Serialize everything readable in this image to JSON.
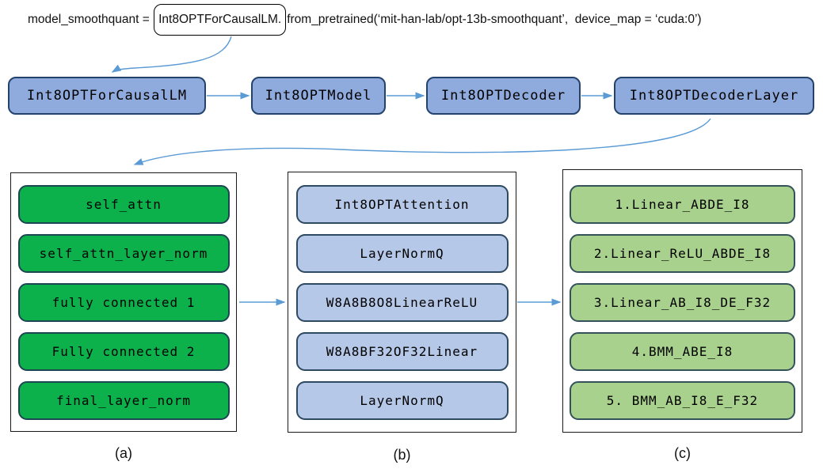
{
  "code_line": {
    "prefix": "model_smoothquant = ",
    "boxed": "Int8OPTForCausalLM.",
    "suffix": "from_pretrained(‘mit-han-lab/opt-13b-smoothquant’,  device_map = ‘cuda:0’)"
  },
  "top_row": {
    "node1": "Int8OPTForCausalLM",
    "node2": "Int8OPTModel",
    "node3": "Int8OPTDecoder",
    "node4": "Int8OPTDecoderLayer"
  },
  "columns": [
    {
      "label": "(a)",
      "items": [
        "self_attn",
        "self_attn_layer_norm",
        "fully connected 1",
        "Fully connected 2",
        "final_layer_norm"
      ]
    },
    {
      "label": "(b)",
      "items": [
        "Int8OPTAttention",
        "LayerNormQ",
        "W8A8B8O8LinearReLU",
        "W8A8BF32OF32Linear",
        "LayerNormQ"
      ]
    },
    {
      "label": "(c)",
      "items": [
        "1.Linear_ABDE_I8",
        "2.Linear_ReLU_ABDE_I8",
        "3.Linear_AB_I8_DE_F32",
        "4.BMM_ABE_I8",
        "5. BMM_AB_I8_E_F32"
      ]
    }
  ],
  "colors": {
    "node_blue_fill": "#8faadc",
    "node_blue_border": "#24436b",
    "item_green_fill": "#0db14b",
    "item_green_border": "#1d4653",
    "item_lightblue_fill": "#b6c8e8",
    "item_lightblue_border": "#2e4a62",
    "item_lightgreen_fill": "#a9d18e",
    "item_lightgreen_border": "#33525a",
    "arrow": "#5b9bd5",
    "container_border": "#1a1a1a"
  },
  "icons": {
    "arrowhead": "filled-triangle-right"
  }
}
